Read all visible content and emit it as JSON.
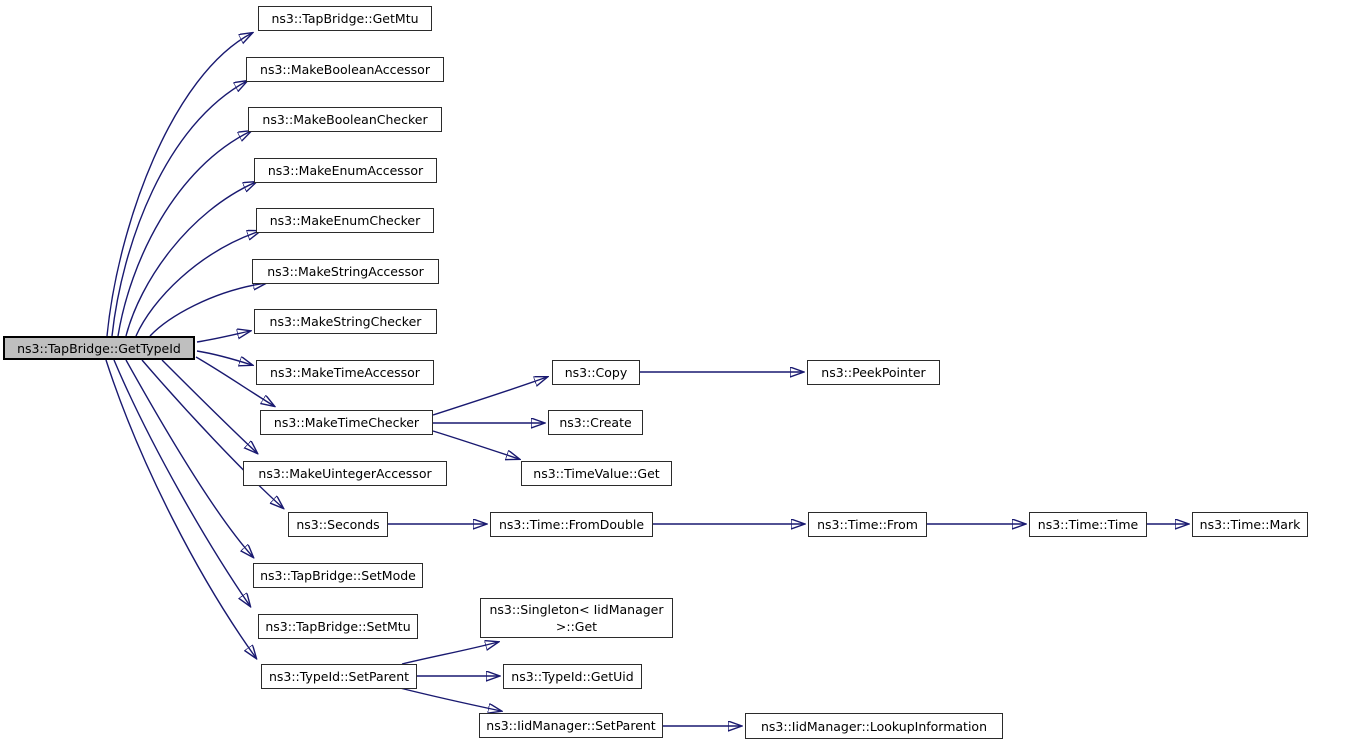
{
  "diagram": {
    "type": "call-graph",
    "root": "get_type_id",
    "edge_color": "#191970",
    "root_fill_color": "#bfbfbf",
    "node_fill_color": "#ffffff",
    "node_border_color": "#2b2b2b",
    "background_color": "#ffffff",
    "nodes": {
      "get_type_id": "ns3::TapBridge::GetTypeId",
      "get_mtu": "ns3::TapBridge::GetMtu",
      "make_boolean_accessor": "ns3::MakeBooleanAccessor",
      "make_boolean_checker": "ns3::MakeBooleanChecker",
      "make_enum_accessor": "ns3::MakeEnumAccessor",
      "make_enum_checker": "ns3::MakeEnumChecker",
      "make_string_accessor": "ns3::MakeStringAccessor",
      "make_string_checker": "ns3::MakeStringChecker",
      "make_time_accessor": "ns3::MakeTimeAccessor",
      "make_time_checker": "ns3::MakeTimeChecker",
      "make_uinteger_accessor": "ns3::MakeUintegerAccessor",
      "seconds": "ns3::Seconds",
      "set_mode": "ns3::TapBridge::SetMode",
      "set_mtu": "ns3::TapBridge::SetMtu",
      "type_id_set_parent": "ns3::TypeId::SetParent",
      "copy": "ns3::Copy",
      "create": "ns3::Create",
      "time_value_get": "ns3::TimeValue::Get",
      "peek_pointer": "ns3::PeekPointer",
      "time_from_double": "ns3::Time::FromDouble",
      "time_from": "ns3::Time::From",
      "time_time": "ns3::Time::Time",
      "time_mark": "ns3::Time::Mark",
      "singleton_get": "ns3::Singleton< IidManager >::Get",
      "type_id_get_uid": "ns3::TypeId::GetUid",
      "iid_manager_set_parent": "ns3::IidManager::SetParent",
      "lookup_information": "ns3::IidManager::LookupInformation"
    },
    "edges": [
      [
        "get_type_id",
        "get_mtu"
      ],
      [
        "get_type_id",
        "make_boolean_accessor"
      ],
      [
        "get_type_id",
        "make_boolean_checker"
      ],
      [
        "get_type_id",
        "make_enum_accessor"
      ],
      [
        "get_type_id",
        "make_enum_checker"
      ],
      [
        "get_type_id",
        "make_string_accessor"
      ],
      [
        "get_type_id",
        "make_string_checker"
      ],
      [
        "get_type_id",
        "make_time_accessor"
      ],
      [
        "get_type_id",
        "make_time_checker"
      ],
      [
        "get_type_id",
        "make_uinteger_accessor"
      ],
      [
        "get_type_id",
        "seconds"
      ],
      [
        "get_type_id",
        "set_mode"
      ],
      [
        "get_type_id",
        "set_mtu"
      ],
      [
        "get_type_id",
        "type_id_set_parent"
      ],
      [
        "make_time_checker",
        "copy"
      ],
      [
        "make_time_checker",
        "create"
      ],
      [
        "make_time_checker",
        "time_value_get"
      ],
      [
        "copy",
        "peek_pointer"
      ],
      [
        "seconds",
        "time_from_double"
      ],
      [
        "time_from_double",
        "time_from"
      ],
      [
        "time_from",
        "time_time"
      ],
      [
        "time_time",
        "time_mark"
      ],
      [
        "type_id_set_parent",
        "singleton_get"
      ],
      [
        "type_id_set_parent",
        "type_id_get_uid"
      ],
      [
        "type_id_set_parent",
        "iid_manager_set_parent"
      ],
      [
        "iid_manager_set_parent",
        "lookup_information"
      ]
    ]
  }
}
